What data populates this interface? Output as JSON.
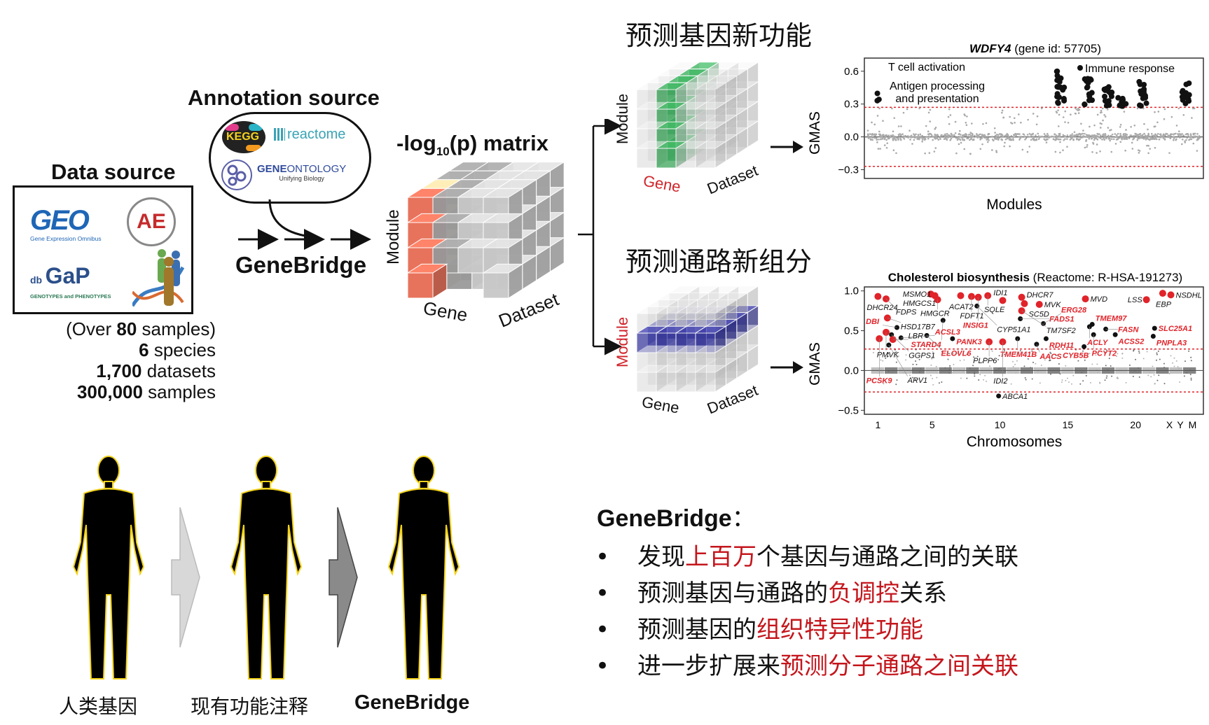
{
  "data_source": {
    "title": "Data source",
    "logos": {
      "geo": {
        "text": "GEO",
        "subtitle": "Gene Expression Omnibus"
      },
      "ae": {
        "text": "AE"
      },
      "dbgap": {
        "prefix": "db",
        "text": "GaP",
        "subtitle": "GENOTYPES and PHENOTYPES"
      }
    },
    "stats": [
      {
        "pre": "(Over ",
        "bold": "80",
        "post": " samples)"
      },
      {
        "pre": "",
        "bold": "6",
        "post": " species"
      },
      {
        "pre": "",
        "bold": "1,700",
        "post": " datasets"
      },
      {
        "pre": "",
        "bold": "300,000",
        "post": " samples"
      }
    ]
  },
  "annotation_source": {
    "title": "Annotation source",
    "logos": {
      "kegg": {
        "text": "KEGG"
      },
      "reactome": {
        "text": "reactome"
      },
      "go": {
        "text_bold": "GENE",
        "text_light": "ONTOLOGY",
        "subtitle": "Unifying Biology"
      }
    }
  },
  "pipeline": {
    "label": "GeneBridge"
  },
  "matrix": {
    "title_pre": "-log",
    "title_sub": "10",
    "title_post": "(p) matrix",
    "axis_module": "Module",
    "axis_gene": "Gene",
    "axis_dataset": "Dataset",
    "colors": {
      "module_slice": "#e8735c",
      "gene_slice": "#e8cfa0",
      "cube": "#c8c8c8"
    }
  },
  "panel_gene": {
    "title": "预测基因新功能",
    "axis_module": "Module",
    "axis_gene": "Gene",
    "axis_dataset": "Dataset",
    "highlight_color": "#3aa55a"
  },
  "panel_pathway": {
    "title": "预测通路新组分",
    "axis_module": "Module",
    "axis_gene": "Gene",
    "axis_dataset": "Dataset",
    "highlight_color": "#3b3b9e"
  },
  "chart_data": [
    {
      "type": "scatter",
      "title_italic": "WDFY4",
      "title_rest": " (gene id: 57705)",
      "xlabel": "Modules",
      "ylabel": "GMAS",
      "ylim": [
        -0.38,
        0.72
      ],
      "yticks": [
        0.6,
        0.3,
        0.0,
        -0.3
      ],
      "ytick_labels": [
        "0.6",
        "0.3",
        "0.0",
        "−0.3"
      ],
      "threshold": [
        0.27,
        -0.27
      ],
      "annotations": [
        "T cell activation",
        "Antigen processing",
        "and presentation",
        "Immune response"
      ],
      "highlight_clusters": [
        {
          "x": 0.05,
          "ymax": 0.52
        },
        {
          "x": 0.15,
          "ymax": 0.68
        },
        {
          "x": 0.19,
          "ymax": 0.58
        },
        {
          "x": 0.22,
          "ymax": 0.56
        },
        {
          "x": 0.58,
          "ymax": 0.64
        },
        {
          "x": 0.66,
          "ymax": 0.55
        },
        {
          "x": 0.72,
          "ymax": 0.47
        },
        {
          "x": 0.76,
          "ymax": 0.36
        },
        {
          "x": 0.82,
          "ymax": 0.66
        },
        {
          "x": 0.95,
          "ymax": 0.72
        }
      ]
    },
    {
      "type": "scatter",
      "title_bold": "Cholesterol biosynthesis",
      "title_rest": " (Reactome: R-HSA-191273)",
      "xlabel": "Chromosomes",
      "ylabel": "GMAS",
      "ylim": [
        -0.55,
        1.05
      ],
      "yticks": [
        1.0,
        0.5,
        0.0,
        -0.5
      ],
      "ytick_labels": [
        "1.0",
        "0.5",
        "0.0",
        "−0.5"
      ],
      "threshold": [
        0.27,
        -0.27
      ],
      "xtick_labels": [
        "1",
        "5",
        "10",
        "15",
        "20",
        "X",
        "Y",
        "M"
      ],
      "xtick_positions": [
        1,
        5,
        10,
        15,
        20,
        22.5,
        23.3,
        24.2
      ],
      "xlim": [
        0,
        25
      ],
      "genes": [
        {
          "name": "DHCR24",
          "x": 1.0,
          "y": 0.93,
          "known": true,
          "label_red": false
        },
        {
          "name": "FDPS",
          "x": 1.6,
          "y": 0.9,
          "known": true,
          "label_red": false
        },
        {
          "name": "HSD17B7",
          "x": 1.7,
          "y": 0.66,
          "known": true,
          "label_red": false
        },
        {
          "name": "PMVK",
          "x": 1.6,
          "y": 0.48,
          "known": true,
          "label_red": false
        },
        {
          "name": "PCSK9",
          "x": 1.1,
          "y": 0.4,
          "known": true,
          "label_red": true
        },
        {
          "name": "GGPS1",
          "x": 2.0,
          "y": 0.45,
          "known": false,
          "label_red": false
        },
        {
          "name": "ARV1",
          "x": 1.8,
          "y": 0.32,
          "known": false,
          "label_red": false
        },
        {
          "name": "LBR",
          "x": 2.1,
          "y": 0.39,
          "known": true,
          "label_red": false
        },
        {
          "name": "DBI",
          "x": 2.4,
          "y": 0.54,
          "known": false,
          "label_red": true
        },
        {
          "name": "ACSL3",
          "x": 2.7,
          "y": 0.41,
          "known": false,
          "label_red": true
        },
        {
          "name": "ELOVL6",
          "x": 4.6,
          "y": 0.44,
          "known": false,
          "label_red": true
        },
        {
          "name": "MSMO1",
          "x": 4.9,
          "y": 0.96,
          "known": true,
          "label_red": false
        },
        {
          "name": "HMGCS1",
          "x": 5.2,
          "y": 0.94,
          "known": true,
          "label_red": false
        },
        {
          "name": "HMGCR",
          "x": 5.4,
          "y": 0.89,
          "known": true,
          "label_red": false
        },
        {
          "name": "STARD4",
          "x": 5.8,
          "y": 0.63,
          "known": false,
          "label_red": true
        },
        {
          "name": "PANK3",
          "x": 6.5,
          "y": 0.4,
          "known": false,
          "label_red": true
        },
        {
          "name": "ACAT2",
          "x": 7.1,
          "y": 0.94,
          "known": true,
          "label_red": false
        },
        {
          "name": "FDFT1",
          "x": 7.9,
          "y": 0.93,
          "known": true,
          "label_red": false
        },
        {
          "name": "CYP51A1",
          "x": 8.3,
          "y": 0.81,
          "known": false,
          "label_red": false
        },
        {
          "name": "INSIG1",
          "x": 8.4,
          "y": 0.92,
          "known": true,
          "label_red": true
        },
        {
          "name": "SQLE",
          "x": 9.1,
          "y": 0.94,
          "known": true,
          "label_red": false
        },
        {
          "name": "PLPP6",
          "x": 9.2,
          "y": 0.36,
          "known": true,
          "label_red": false
        },
        {
          "name": "IDI1",
          "x": 10.2,
          "y": 0.88,
          "known": true,
          "label_red": false
        },
        {
          "name": "IDI2",
          "x": 10.2,
          "y": 0.36,
          "known": true,
          "label_red": false
        },
        {
          "name": "FADS1",
          "x": 11.5,
          "y": 0.65,
          "known": false,
          "label_red": true
        },
        {
          "name": "DHCR7",
          "x": 11.6,
          "y": 0.92,
          "known": true,
          "label_red": false
        },
        {
          "name": "SC5D",
          "x": 11.8,
          "y": 0.84,
          "known": true,
          "label_red": false
        },
        {
          "name": "TM7SF2",
          "x": 11.6,
          "y": 0.75,
          "known": true,
          "label_red": false
        },
        {
          "name": "TMEM41B",
          "x": 11.3,
          "y": 0.4,
          "known": false,
          "label_red": true
        },
        {
          "name": "MVK",
          "x": 12.9,
          "y": 0.83,
          "known": true,
          "label_red": false
        },
        {
          "name": "ERG28",
          "x": 13.2,
          "y": 0.59,
          "known": false,
          "label_red": true
        },
        {
          "name": "RDH11",
          "x": 13.4,
          "y": 0.4,
          "known": false,
          "label_red": true
        },
        {
          "name": "AACS",
          "x": 12.7,
          "y": 0.33,
          "known": false,
          "label_red": true
        },
        {
          "name": "MVD",
          "x": 16.3,
          "y": 0.9,
          "known": true,
          "label_red": false
        },
        {
          "name": "TMEM97",
          "x": 16.8,
          "y": 0.58,
          "known": false,
          "label_red": true
        },
        {
          "name": "ACLY",
          "x": 16.6,
          "y": 0.55,
          "known": false,
          "label_red": true
        },
        {
          "name": "PCYT2",
          "x": 16.9,
          "y": 0.45,
          "known": false,
          "label_red": true
        },
        {
          "name": "FASN",
          "x": 17.8,
          "y": 0.52,
          "known": false,
          "label_red": true
        },
        {
          "name": "ACSS2",
          "x": 18.5,
          "y": 0.45,
          "known": false,
          "label_red": true
        },
        {
          "name": "CYB5B",
          "x": 16.2,
          "y": 0.3,
          "known": false,
          "label_red": true
        },
        {
          "name": "LSS",
          "x": 20.8,
          "y": 0.89,
          "known": true,
          "label_red": false
        },
        {
          "name": "EBP",
          "x": 22.0,
          "y": 0.97,
          "known": true,
          "label_red": false
        },
        {
          "name": "NSDHL",
          "x": 22.6,
          "y": 0.95,
          "known": true,
          "label_red": false
        },
        {
          "name": "SLC25A1",
          "x": 21.4,
          "y": 0.53,
          "known": false,
          "label_red": true
        },
        {
          "name": "PNPLA3",
          "x": 21.3,
          "y": 0.43,
          "known": false,
          "label_red": true
        },
        {
          "name": "ABCA1",
          "x": 9.9,
          "y": -0.32,
          "known": false,
          "label_red": false
        }
      ],
      "colors": {
        "known": "#e0242a",
        "novel": "#111111",
        "odd_chr": "#b5b5b5",
        "even_chr": "#6e6e6e",
        "threshold": "#e0242a"
      }
    }
  ],
  "bodies": {
    "labels": [
      "人类基因",
      "现有功能注释",
      "GeneBridge"
    ]
  },
  "summary": {
    "title": "GeneBridge",
    "colon": "：",
    "bullet": "•",
    "items": [
      [
        {
          "t": "发现",
          "red": false
        },
        {
          "t": "上百万",
          "red": true
        },
        {
          "t": "个基因与通路之间的关联",
          "red": false
        }
      ],
      [
        {
          "t": "预测基因与通路的",
          "red": false
        },
        {
          "t": "负调控",
          "red": true
        },
        {
          "t": "关系",
          "red": false
        }
      ],
      [
        {
          "t": "预测基因的",
          "red": false
        },
        {
          "t": "组织特异性功能",
          "red": true
        }
      ],
      [
        {
          "t": "进一步扩展来",
          "red": false
        },
        {
          "t": "预测分子通路之间关联",
          "red": true
        }
      ]
    ]
  }
}
